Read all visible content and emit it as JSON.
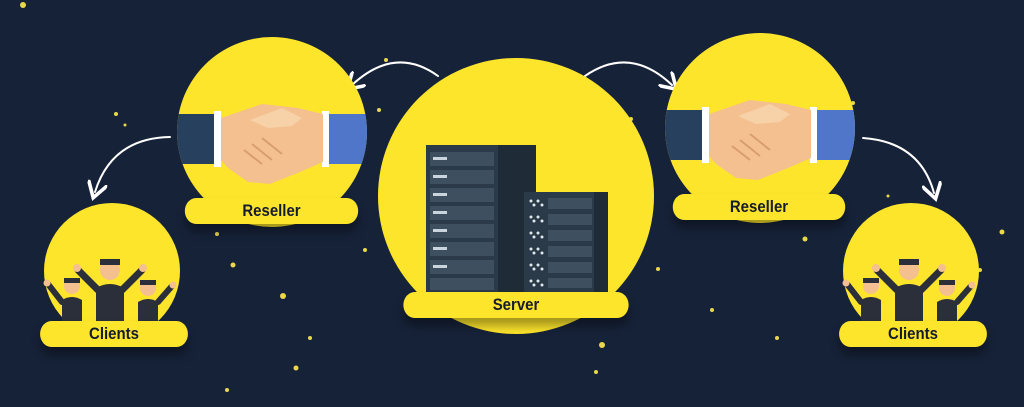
{
  "labels": {
    "reseller_left": "Reseller",
    "reseller_right": "Reseller",
    "server": "Server",
    "clients_left": "Clients",
    "clients_right": "Clients"
  },
  "colors": {
    "background": "#162238",
    "accent_yellow": "#fde52b",
    "arrow": "#ffffff",
    "server_dark": "#2b3a48"
  },
  "icons": {
    "server": "server-rack-icon",
    "reseller": "handshake-icon",
    "clients": "people-group-icon"
  }
}
